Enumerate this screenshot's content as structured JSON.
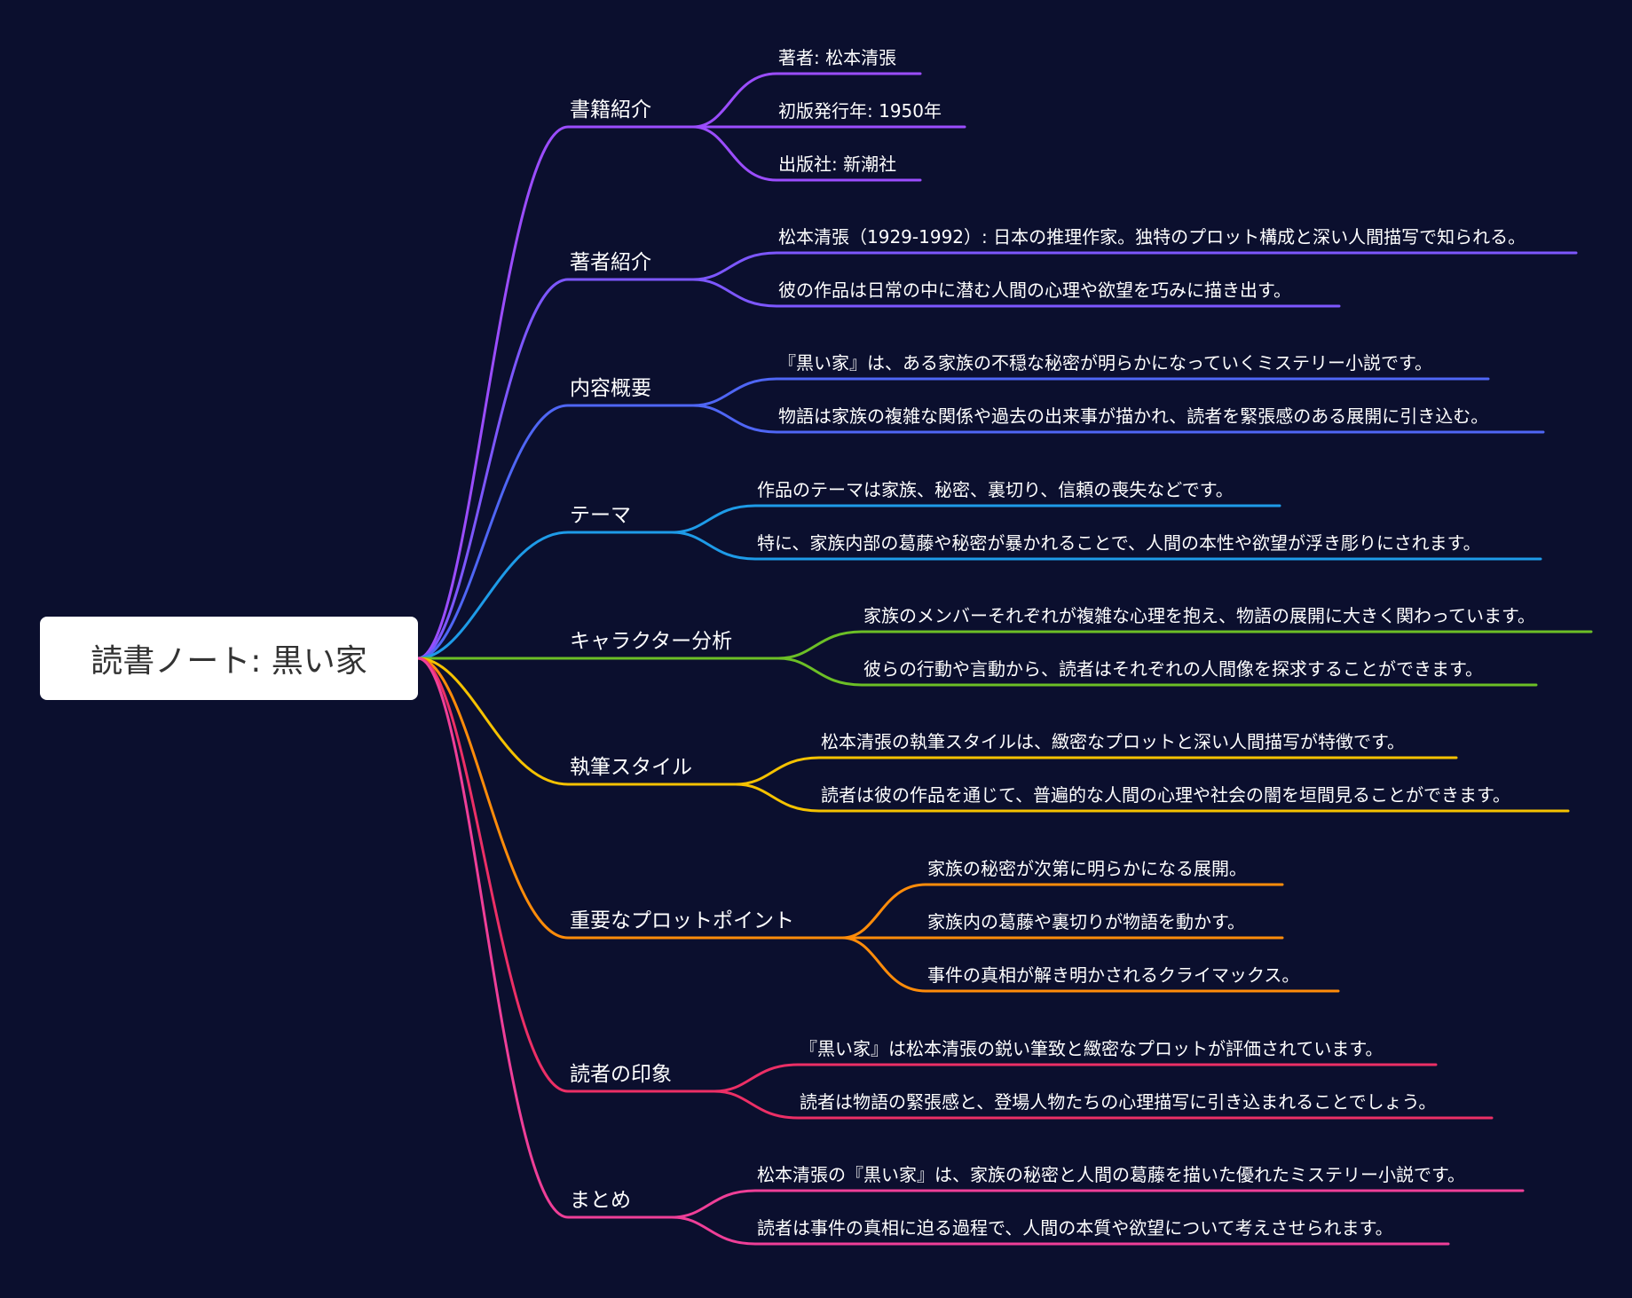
{
  "root": {
    "label": "読書ノート: 黒い家"
  },
  "branches": [
    {
      "label": "書籍紹介",
      "color": "#9b4dff",
      "children": [
        "著者: 松本清張",
        "初版発行年: 1950年",
        "出版社: 新潮社"
      ]
    },
    {
      "label": "著者紹介",
      "color": "#7d57ff",
      "children": [
        "松本清張（1929-1992）: 日本の推理作家。独特のプロット構成と深い人間描写で知られる。",
        "彼の作品は日常の中に潜む人間の心理や欲望を巧みに描き出す。"
      ]
    },
    {
      "label": "内容概要",
      "color": "#4f66f5",
      "children": [
        "『黒い家』は、ある家族の不穏な秘密が明らかになっていくミステリー小説です。",
        "物語は家族の複雑な関係や過去の出来事が描かれ、読者を緊張感のある展開に引き込む。"
      ]
    },
    {
      "label": "テーマ",
      "color": "#1e9be8",
      "children": [
        "作品のテーマは家族、秘密、裏切り、信頼の喪失などです。",
        "特に、家族内部の葛藤や秘密が暴かれることで、人間の本性や欲望が浮き彫りにされます。"
      ]
    },
    {
      "label": "キャラクター分析",
      "color": "#6cbf26",
      "children": [
        "家族のメンバーそれぞれが複雑な心理を抱え、物語の展開に大きく関わっています。",
        "彼らの行動や言動から、読者はそれぞれの人間像を探求することができます。"
      ]
    },
    {
      "label": "執筆スタイル",
      "color": "#f5c200",
      "children": [
        "松本清張の執筆スタイルは、緻密なプロットと深い人間描写が特徴です。",
        "読者は彼の作品を通じて、普遍的な人間の心理や社会の闇を垣間見ることができます。"
      ]
    },
    {
      "label": "重要なプロットポイント",
      "color": "#ff8c0a",
      "children": [
        "家族の秘密が次第に明らかになる展開。",
        "家族内の葛藤や裏切りが物語を動かす。",
        "事件の真相が解き明かされるクライマックス。"
      ]
    },
    {
      "label": "読者の印象",
      "color": "#ec2f66",
      "children": [
        "『黒い家』は松本清張の鋭い筆致と緻密なプロットが評価されています。",
        "読者は物語の緊張感と、登場人物たちの心理描写に引き込まれることでしょう。"
      ]
    },
    {
      "label": "まとめ",
      "color": "#ef3f98",
      "children": [
        "松本清張の『黒い家』は、家族の秘密と人間の葛藤を描いた優れたミステリー小説です。",
        "読者は事件の真相に迫る過程で、人間の本質や欲望について考えさせられます。"
      ]
    }
  ]
}
